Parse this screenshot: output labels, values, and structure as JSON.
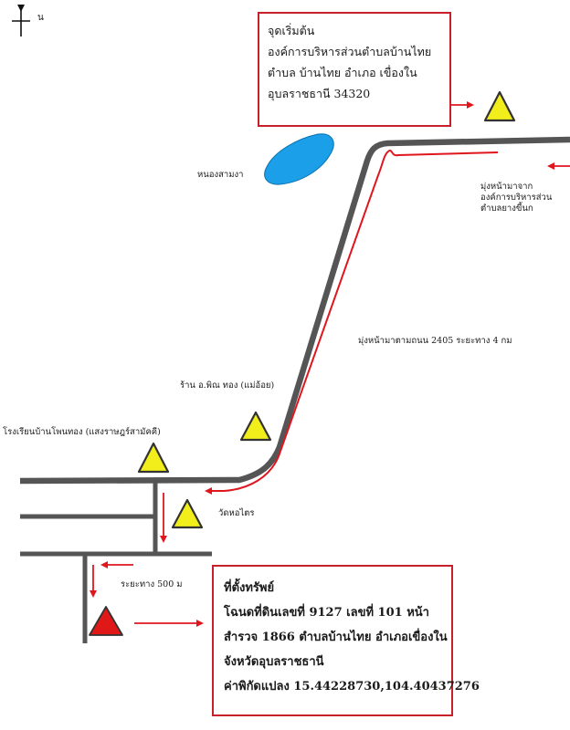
{
  "north": {
    "label": "น"
  },
  "start_box": {
    "title": "จุดเริ่มต้น",
    "lines": [
      "องค์การบริหารส่วนตำบลบ้านไทย",
      "ตำบล บ้านไทย อำเภอ เขื่องใน",
      "อุบลราชธานี 34320"
    ]
  },
  "labels": {
    "pond": "หนองสามงา",
    "from_line1": "มุ่งหน้ามาจาก",
    "from_line2": "องค์การบริหารส่วน",
    "from_line3": "ตำบลยางขี้นก",
    "road_direction": "มุ่งหน้ามาตามถนน 2405 ระยะทาง 4 กม",
    "shop": "ร้าน อ.พิณ ทอง (แม่อ้อย)",
    "school": "โรงเรียนบ้านโพนทอง (แสงราษฎร์สามัคคี)",
    "temple": "วัดหอไตร",
    "distance": "ระยะทาง 500 ม"
  },
  "property_box": {
    "title": "ที่ตั้งทรัพย์",
    "lines": [
      "โฉนดที่ดินเลขที่ 9127 เลขที่ 101 หน้า",
      "สำรวจ 1866 ตำบลบ้านไทย อำเภอเขื่องใน",
      "จังหวัดอุบลราชธานี",
      "ค่าพิกัดแปลง 15.44228730,104.40437276"
    ]
  },
  "colors": {
    "road": "#555555",
    "route": "#e0161e",
    "box_border": "#c8202a",
    "landmark_fill": "#f2ee1c",
    "property_fill": "#e01818",
    "pond": "#1a9fe8"
  },
  "icons": {
    "landmark": "yellow-triangle-icon",
    "property": "red-triangle-icon",
    "north": "north-arrow-icon"
  }
}
